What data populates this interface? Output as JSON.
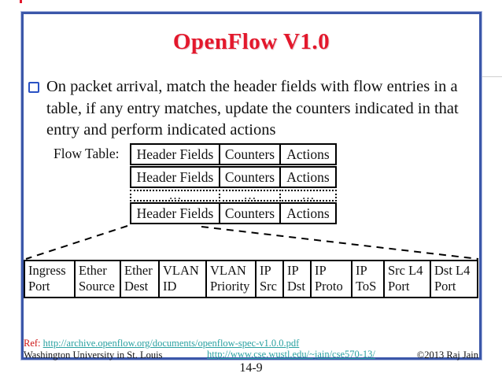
{
  "slide": {
    "title": "OpenFlow V1.0",
    "bullet_text": "On packet arrival, match the header fields with flow entries in a table, if any entry matches, update the counters indicated in that entry and perform indicated actions",
    "flow_table_label": "Flow Table:",
    "page_number": "14-9"
  },
  "flow_table": {
    "rows": [
      [
        "Header Fields",
        "Counters",
        "Actions"
      ],
      [
        "Header Fields",
        "Counters",
        "Actions"
      ],
      [
        "…",
        "…",
        "…"
      ],
      [
        "Header Fields",
        "Counters",
        "Actions"
      ]
    ]
  },
  "header_fields": {
    "cells": [
      "Ingress Port",
      "Ether Source",
      "Ether Dest",
      "VLAN ID",
      "VLAN Priority",
      "IP Src",
      "IP Dst",
      "IP Proto",
      "IP ToS",
      "Src L4 Port",
      "Dst L4 Port"
    ]
  },
  "footer": {
    "ref_label": "Ref:",
    "ref_link": "http://archive.openflow.org/documents/openflow-spec-v1.0.0.pdf",
    "affiliation": "Washington University in St. Louis",
    "course_link": "http://www.cse.wustl.edu/~jain/cse570-13/",
    "copyright": "©2013 Raj Jain"
  },
  "colors": {
    "title_red": "#e3182c",
    "frame_blue": "#3b57a9",
    "bullet_blue": "#2a52c4",
    "link_teal": "#2aa1a1",
    "ref_red": "#cc1111",
    "table_border": "#000000"
  }
}
